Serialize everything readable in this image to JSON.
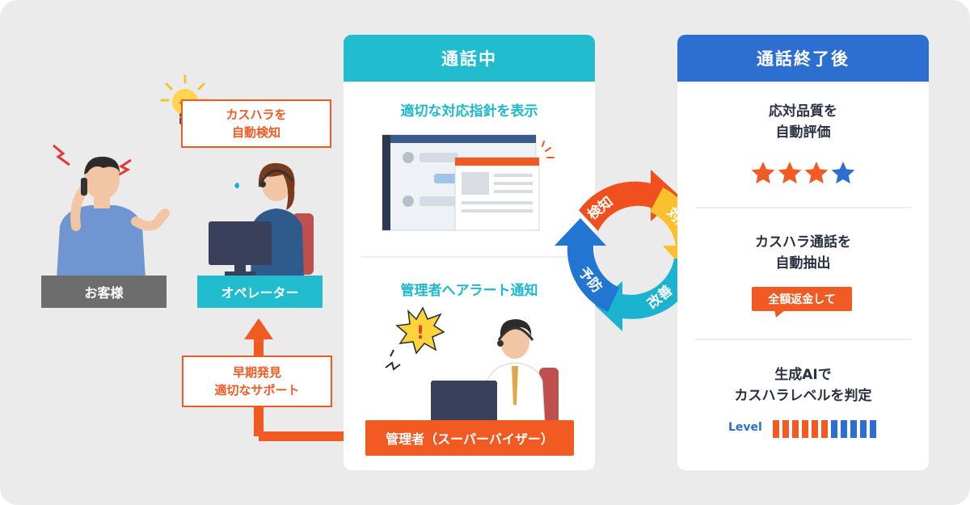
{
  "left": {
    "customer_label": "お客様",
    "operator_label": "オペレーター",
    "detect_box": [
      "カスハラを",
      "自動検知"
    ],
    "support_box": [
      "早期発見",
      "適切なサポート"
    ],
    "supervisor_label": "管理者（スーパーバイザー）"
  },
  "during_call": {
    "header": "通話中",
    "item1": "適切な対応指針を表示",
    "item2": "管理者へアラート通知"
  },
  "cycle": {
    "labels": [
      "検知",
      "対応",
      "改善",
      "予防"
    ]
  },
  "after_call": {
    "header": "通話終了後",
    "item1_line1": "応対品質を",
    "item1_line2": "自動評価",
    "rating": {
      "filled": 3,
      "total": 4
    },
    "item2_line1": "カスハラ通話を",
    "item2_line2": "自動抽出",
    "extract_bubble": "全額返金して",
    "item3_line1": "生成AIで",
    "item3_line2": "カスハラレベルを判定",
    "level_label": "Level",
    "level": {
      "orange": 6,
      "blue": 5
    }
  },
  "colors": {
    "teal": "#22bccf",
    "blue": "#2d6fd1",
    "orange": "#f15a22",
    "gray_label": "#6d6d6d",
    "cycle_red": "#f0501e",
    "cycle_yellow": "#fbc02d",
    "cycle_cyan": "#1bb3cf",
    "cycle_blue": "#2276d2"
  }
}
